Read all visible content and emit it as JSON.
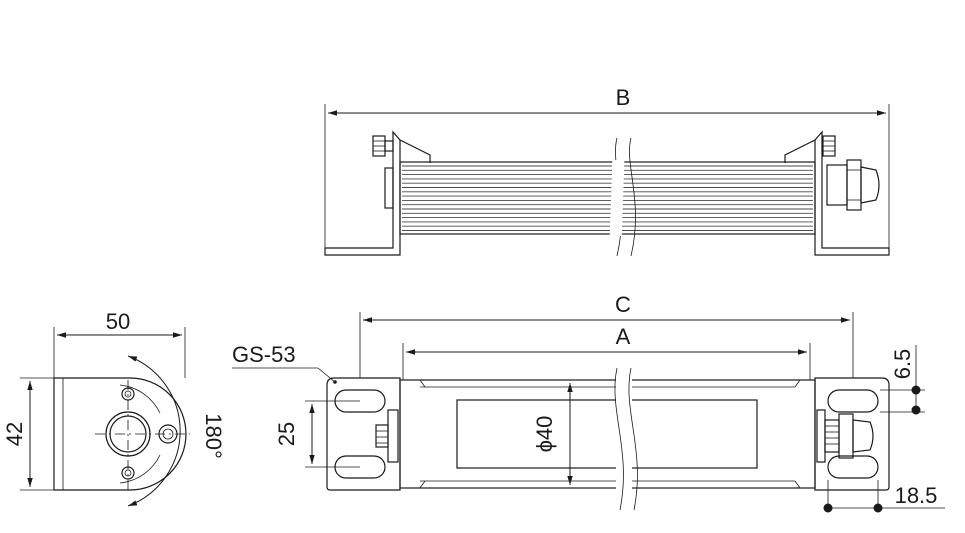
{
  "dimensions": {
    "top_length": "B",
    "bottom_overall": "C",
    "bottom_inner": "A",
    "end_width": "50",
    "end_height": "42",
    "rotation": "180°",
    "hole_spacing": "25",
    "tube_diameter": "ϕ40",
    "slot_width": "6.5",
    "slot_offset": "18.5"
  },
  "labels": {
    "fixture_model": "GS-53"
  }
}
